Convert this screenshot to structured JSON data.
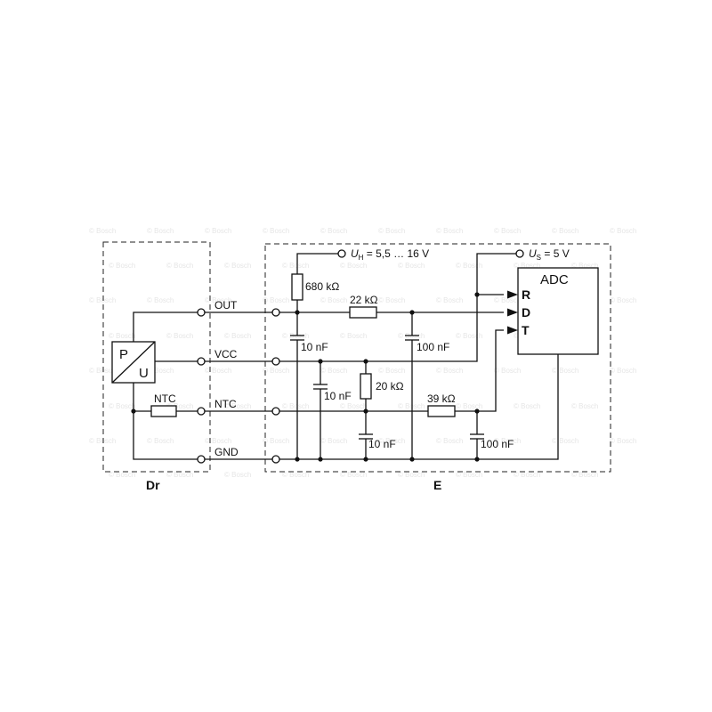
{
  "watermark": "© Bosch",
  "blocks": {
    "dr": {
      "label": "Dr"
    },
    "e": {
      "label": "E"
    }
  },
  "sensor": {
    "p": "P",
    "u": "U"
  },
  "ntc_resistor": "NTC",
  "pins": {
    "out": "OUT",
    "vcc": "VCC",
    "ntc": "NTC",
    "gnd": "GND"
  },
  "supplies": {
    "uh": {
      "symbol": "U",
      "sub": "H",
      "value": " = 5,5 … 16 V"
    },
    "us": {
      "symbol": "U",
      "sub": "S",
      "value": " = 5 V"
    }
  },
  "adc": {
    "title": "ADC",
    "r": "R",
    "d": "D",
    "t": "T"
  },
  "components": {
    "r_pullup": "680 kΩ",
    "r_series_out": "22 kΩ",
    "c_out": "10 nF",
    "c_out_filter": "100 nF",
    "c_vcc": "10 nF",
    "r_ntc_pullup": "20 kΩ",
    "c_ntc1": "10 nF",
    "r_ntc_series": "39 kΩ",
    "c_ntc2": "100 nF"
  }
}
